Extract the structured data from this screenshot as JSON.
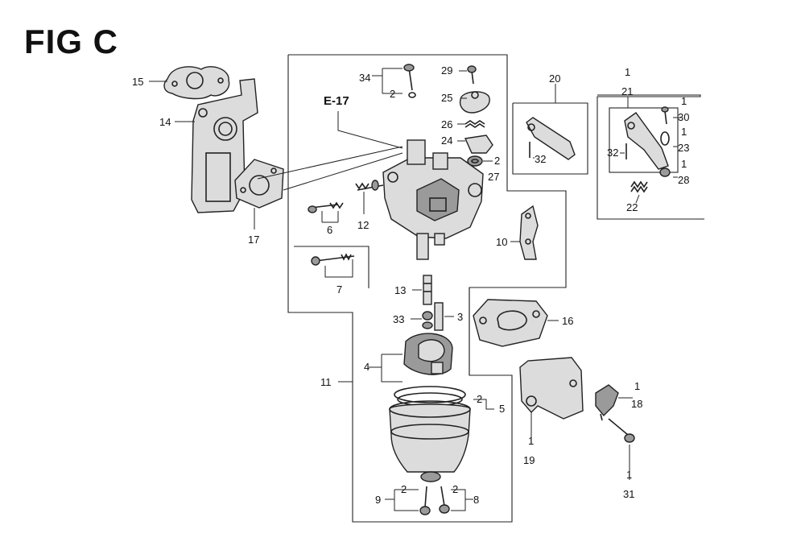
{
  "figure": {
    "title": "FIG C",
    "reference": "E-17"
  },
  "callouts": {
    "p1": "1",
    "p2": "2",
    "p3": "3",
    "p4": "4",
    "p5": "5",
    "p6": "6",
    "p7": "7",
    "p8": "8",
    "p9": "9",
    "p10": "10",
    "p11": "11",
    "p12": "12",
    "p13": "13",
    "p14": "14",
    "p15": "15",
    "p16": "16",
    "p17": "17",
    "p18": "18",
    "p19": "19",
    "p20": "20",
    "p21": "21",
    "p22": "22",
    "p23": "23",
    "p24": "24",
    "p25": "25",
    "p26": "26",
    "p27": "27",
    "p28": "28",
    "p29": "29",
    "p30": "30",
    "p31": "31",
    "p32": "32",
    "p33": "33",
    "p34": "34"
  }
}
